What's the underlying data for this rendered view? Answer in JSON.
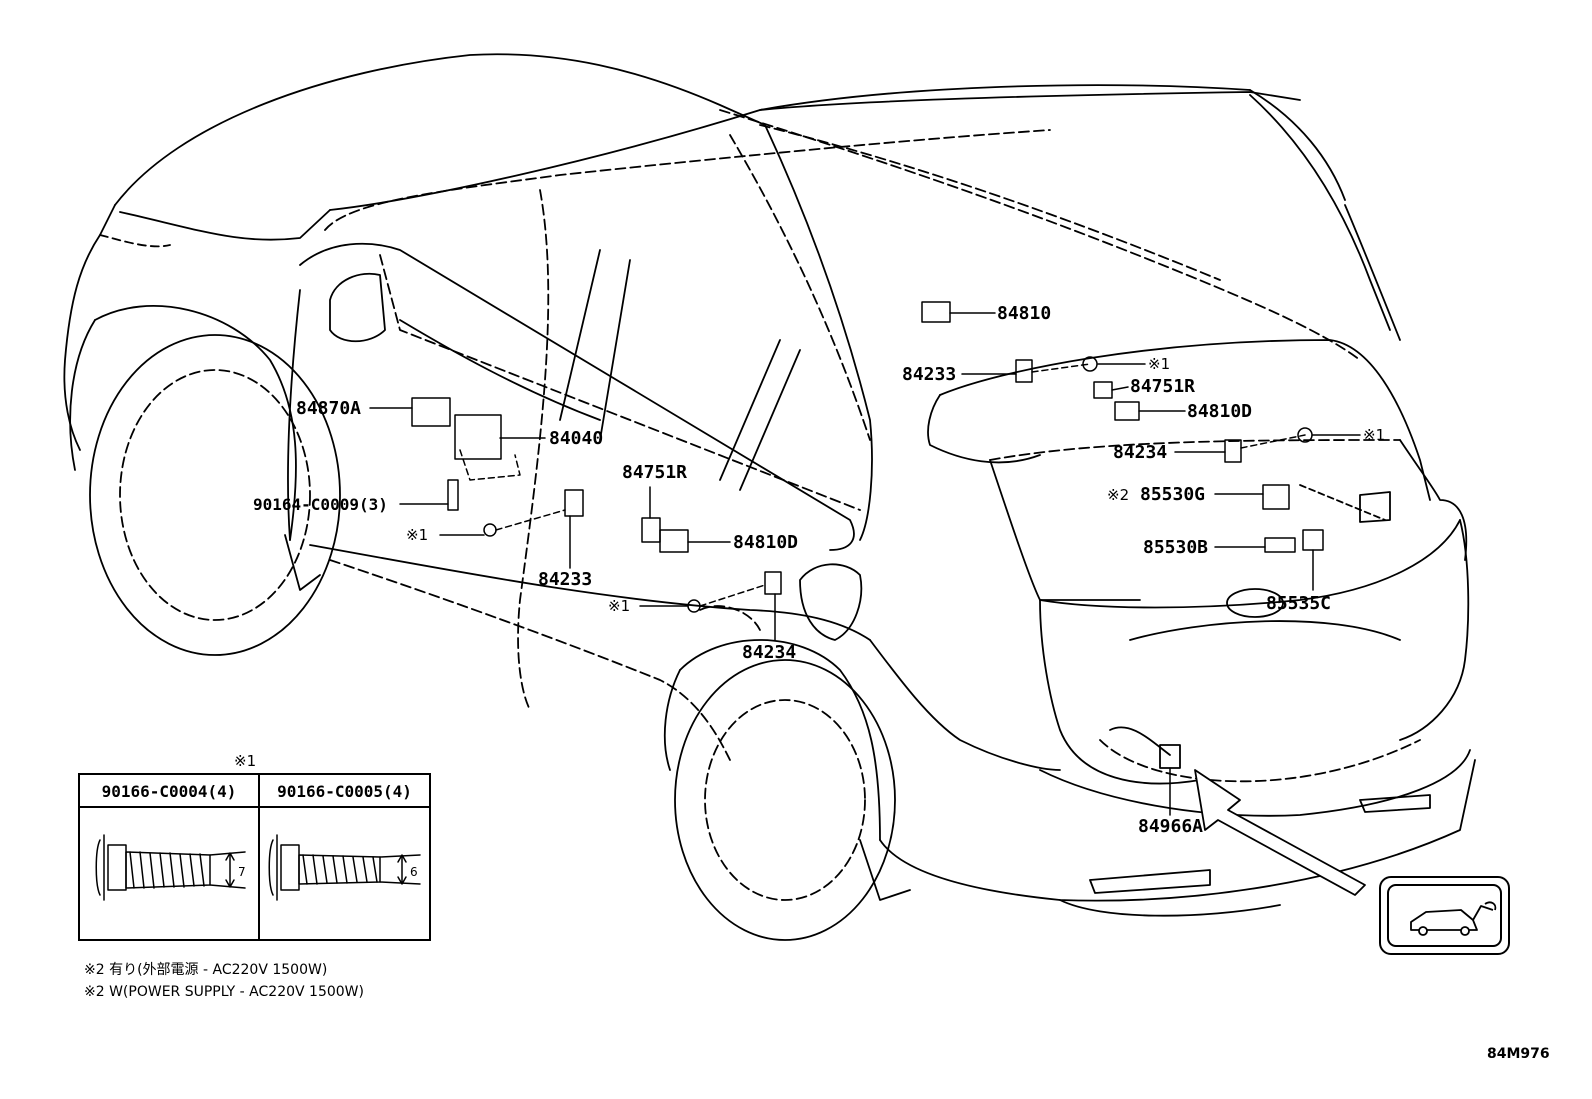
{
  "diagram_code": "84M976",
  "parts": {
    "p84810": "84810",
    "p84233_top": "84233",
    "p84751R_top": "84751R",
    "p84810D_top": "84810D",
    "p84234_top": "84234",
    "p85530G": "85530G",
    "p85530B": "85530B",
    "p85535C": "85535C",
    "p84870A": "84870A",
    "p84040": "84040",
    "p90164": "90164-C0009(3)",
    "p84751R_mid": "84751R",
    "p84810D_mid": "84810D",
    "p84233_mid": "84233",
    "p84234_mid": "84234",
    "p84966A": "84966A"
  },
  "marks": {
    "ref1": "※1",
    "ref2": "※2"
  },
  "inset": {
    "title_mark": "※1",
    "col1_header": "90166-C0004(4)",
    "col2_header": "90166-C0005(4)",
    "col1_dim": "7",
    "col2_dim": "6"
  },
  "notes": {
    "line1": "※2 有り(外部電源 - AC220V 1500W)",
    "line2": "※2 W(POWER SUPPLY - AC220V 1500W)"
  },
  "icon": "rear-door-vehicle-icon"
}
